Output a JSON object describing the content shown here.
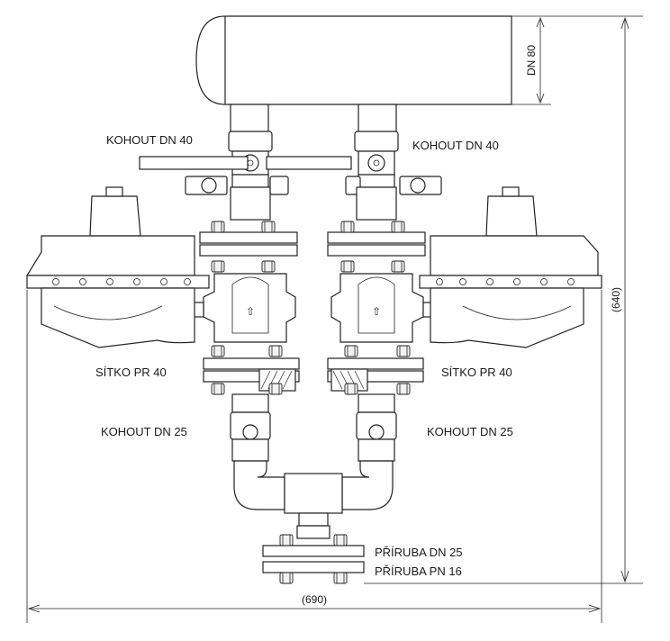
{
  "labels": {
    "kohout_dn40_left": "KOHOUT DN 40",
    "kohout_dn40_right": "KOHOUT DN 40",
    "sitko_left": "SÍTKO PR 40",
    "sitko_right": "SÍTKO PR 40",
    "kohout_dn25_left": "KOHOUT DN 25",
    "kohout_dn25_right": "KOHOUT DN 25",
    "priruba_dn25": "PŘÍRUBA DN 25",
    "priruba_pn16": "PŘÍRUBA PN 16"
  },
  "dimensions": {
    "header_dn": "DN 80",
    "height": "(640)",
    "width": "(690)"
  },
  "arrows": {
    "left_valve_flow": "⇧",
    "right_valve_flow": "⇧"
  }
}
